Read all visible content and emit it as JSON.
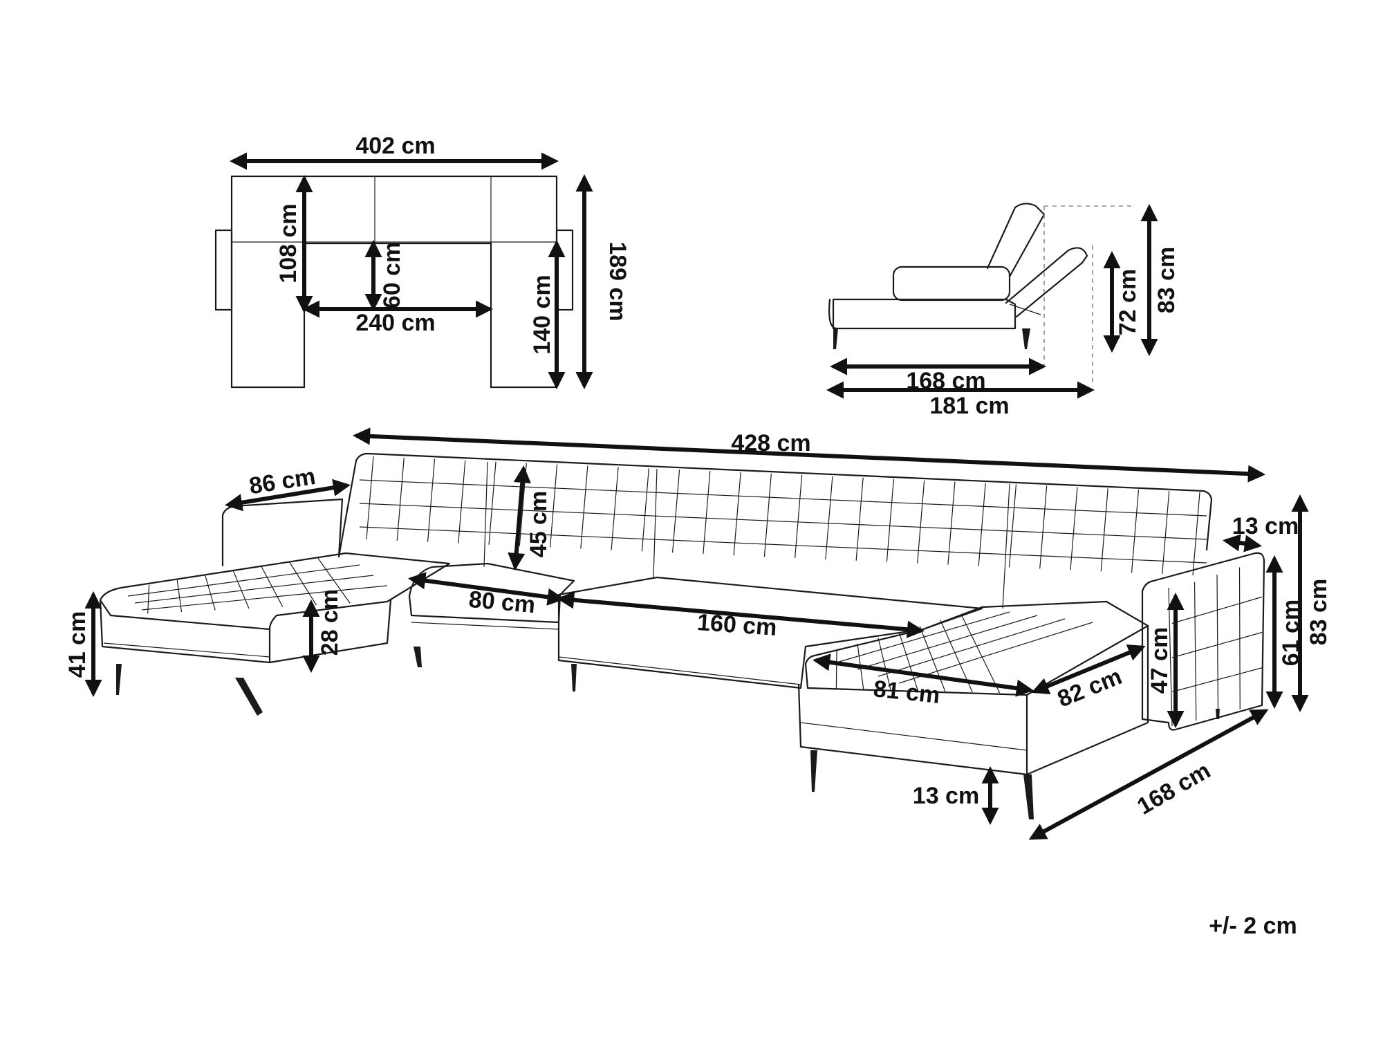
{
  "diagram": {
    "top_view": {
      "width": "402 cm",
      "depth_left": "108 cm",
      "seat_depth": "60 cm",
      "inner_width": "240 cm",
      "depth_right": "140 cm",
      "total_depth": "189 cm"
    },
    "side_view": {
      "height_reclined": "72 cm",
      "height_upright": "83 cm",
      "length_flat": "168 cm",
      "length_total": "181 cm"
    },
    "perspective_view": {
      "total_width": "428 cm",
      "chaise_width": "86 cm",
      "back_height": "45 cm",
      "armrest_width": "13 cm",
      "total_height": "83 cm",
      "seat_height": "41 cm",
      "cushion_thickness": "28 cm",
      "module_width": "80 cm",
      "double_width": "160 cm",
      "chaise_seat_width": "81 cm",
      "chaise_seat_depth": "82 cm",
      "seat_back_height": "47 cm",
      "armrest_height": "61 cm",
      "leg_height": "13 cm",
      "chaise_length": "168 cm"
    },
    "tolerance": "+/- 2 cm"
  }
}
